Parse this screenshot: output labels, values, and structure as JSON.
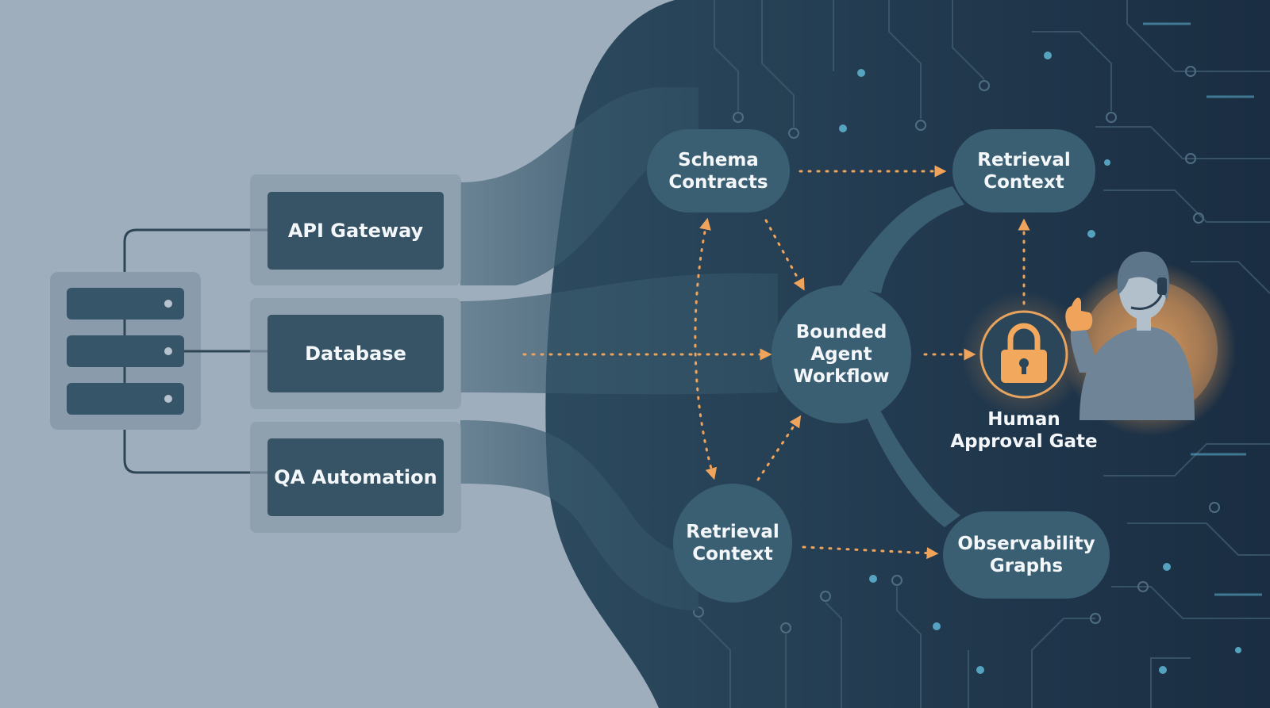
{
  "colors": {
    "background_left": "#9eaebd",
    "background_right": "#1f3448",
    "node_fill": "#3b5f72",
    "box_fill": "#365466",
    "accent": "#f0a35a"
  },
  "sources": [
    {
      "label": "API Gateway"
    },
    {
      "label": "Database"
    },
    {
      "label": "QA Automation"
    }
  ],
  "nodes": {
    "schema_contracts": "Schema\nContracts",
    "retrieval_context_top": "Retrieval\nContext",
    "bounded_agent_workflow": "Bounded\nAgent\nWorkflow",
    "retrieval_context_bottom": "Retrieval\nContext",
    "observability_graphs": "Observability\nGraphs",
    "human_approval_gate": "Human\nApproval Gate"
  },
  "icons": {
    "server": "server-stack-icon",
    "lock": "padlock-icon",
    "person": "support-agent-headset-thumbs-up-icon"
  }
}
